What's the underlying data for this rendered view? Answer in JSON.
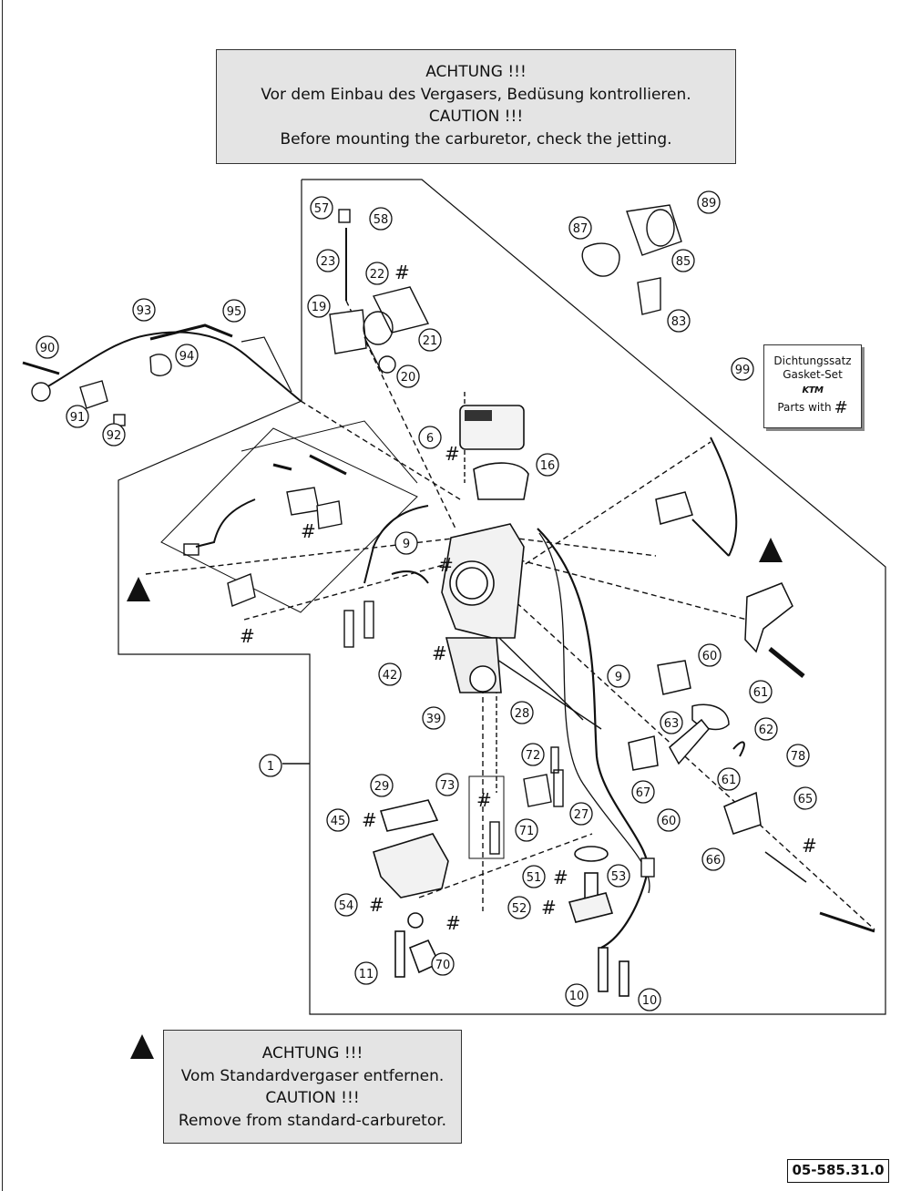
{
  "notice_top": {
    "line1": "ACHTUNG !!!",
    "line2": "Vor dem Einbau des Vergasers, Bedüsung kontrollieren.",
    "line3": "CAUTION !!!",
    "line4": "Before mounting the carburetor, check the jetting."
  },
  "notice_bottom": {
    "line1": "ACHTUNG !!!",
    "line2": "Vom Standardvergaser entfernen.",
    "line3": "CAUTION !!!",
    "line4": "Remove from standard-carburetor."
  },
  "gasket_set": {
    "line1": "Dichtungssatz",
    "line2": "Gasket-Set",
    "logo": "KTM",
    "parts_with": "Parts with",
    "hash": "#"
  },
  "document_number": "05-585.31.0",
  "callouts": [
    {
      "label": "57"
    },
    {
      "label": "58"
    },
    {
      "label": "23"
    },
    {
      "label": "22"
    },
    {
      "label": "19"
    },
    {
      "label": "21"
    },
    {
      "label": "20"
    },
    {
      "label": "87"
    },
    {
      "label": "89"
    },
    {
      "label": "85"
    },
    {
      "label": "83"
    },
    {
      "label": "99"
    },
    {
      "label": "93"
    },
    {
      "label": "95"
    },
    {
      "label": "90"
    },
    {
      "label": "94"
    },
    {
      "label": "91"
    },
    {
      "label": "92"
    },
    {
      "label": "6"
    },
    {
      "label": "16"
    },
    {
      "label": "9"
    },
    {
      "label": "9"
    },
    {
      "label": "42"
    },
    {
      "label": "39"
    },
    {
      "label": "28"
    },
    {
      "label": "60"
    },
    {
      "label": "61"
    },
    {
      "label": "63"
    },
    {
      "label": "62"
    },
    {
      "label": "72"
    },
    {
      "label": "78"
    },
    {
      "label": "61"
    },
    {
      "label": "67"
    },
    {
      "label": "60"
    },
    {
      "label": "65"
    },
    {
      "label": "73"
    },
    {
      "label": "27"
    },
    {
      "label": "71"
    },
    {
      "label": "66"
    },
    {
      "label": "1"
    },
    {
      "label": "29"
    },
    {
      "label": "45"
    },
    {
      "label": "51"
    },
    {
      "label": "53"
    },
    {
      "label": "52"
    },
    {
      "label": "54"
    },
    {
      "label": "70"
    },
    {
      "label": "11"
    },
    {
      "label": "10"
    },
    {
      "label": "10"
    }
  ],
  "hash_symbol": "#"
}
